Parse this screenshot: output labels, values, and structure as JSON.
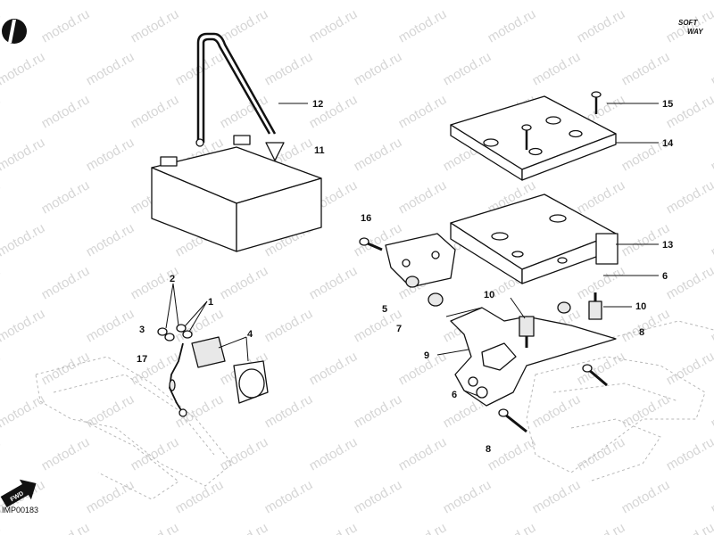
{
  "watermark": "motod.ru",
  "brand": {
    "line1": "SOFT",
    "line2": "WAY"
  },
  "diagram_code": "IMP00183",
  "fwd_label": "FWD",
  "callouts": [
    {
      "id": "c1",
      "label": "1"
    },
    {
      "id": "c2",
      "label": "2"
    },
    {
      "id": "c3",
      "label": "3"
    },
    {
      "id": "c4",
      "label": "4"
    },
    {
      "id": "c5",
      "label": "5"
    },
    {
      "id": "c6a",
      "label": "6"
    },
    {
      "id": "c6b",
      "label": "6"
    },
    {
      "id": "c7",
      "label": "7"
    },
    {
      "id": "c8a",
      "label": "8"
    },
    {
      "id": "c8b",
      "label": "8"
    },
    {
      "id": "c9",
      "label": "9"
    },
    {
      "id": "c10a",
      "label": "10"
    },
    {
      "id": "c10b",
      "label": "10"
    },
    {
      "id": "c11",
      "label": "11"
    },
    {
      "id": "c12",
      "label": "12"
    },
    {
      "id": "c13",
      "label": "13"
    },
    {
      "id": "c14",
      "label": "14"
    },
    {
      "id": "c15",
      "label": "15"
    },
    {
      "id": "c16",
      "label": "16"
    },
    {
      "id": "c17",
      "label": "17"
    }
  ]
}
